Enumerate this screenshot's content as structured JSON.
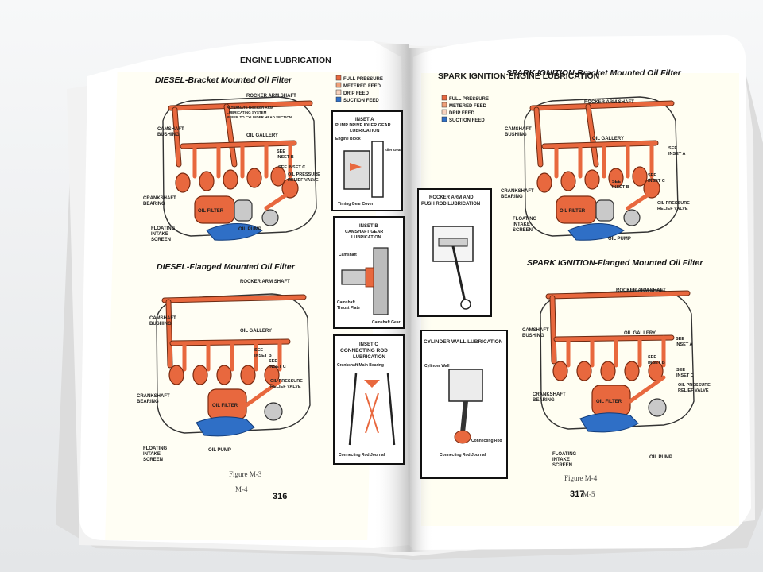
{
  "left_page": {
    "header": "ENGINE LUBRICATION",
    "diagram_top_title": "DIESEL-Bracket Mounted Oil Filter",
    "diagram_bottom_title": "DIESEL-Flanged Mounted Oil Filter",
    "figure_caption": "Figure M-3",
    "page_code": "M-4",
    "page_number": "316",
    "legend": [
      {
        "label": "FULL PRESSURE",
        "color": "#e8683e"
      },
      {
        "label": "METERED FEED",
        "color": "#f0a078"
      },
      {
        "label": "DRIP FEED",
        "color": "#f7d2bd"
      },
      {
        "label": "SUCTION FEED",
        "color": "#2f6fc6"
      }
    ],
    "labels_top": {
      "rocker_arm_shaft": "ROCKER ARM SHAFT",
      "alt_note_1": "ALTERNATE ROCKER ARM",
      "alt_note_2": "LUBRICATING SYSTEM",
      "alt_note_3": "REFER TO CYLINDER HEAD SECTION",
      "camshaft_bushing_1": "CAMSHAFT",
      "camshaft_bushing_2": "BUSHING",
      "oil_gallery": "OIL GALLERY",
      "see_inset_b_1": "SEE",
      "see_inset_b_2": "INSET B",
      "see_inset_c": "SEE INSET C",
      "oil_pressure_1": "OIL PRESSURE",
      "oil_pressure_2": "RELIEF VALVE",
      "crankshaft_bearing_1": "CRANKSHAFT",
      "crankshaft_bearing_2": "BEARING",
      "oil_filter": "OIL FILTER",
      "floating_1": "FLOATING",
      "floating_2": "INTAKE",
      "floating_3": "SCREEN",
      "oil_pump": "OIL PUMP"
    },
    "labels_bottom": {
      "rocker_arm_shaft": "ROCKER ARM SHAFT",
      "camshaft_bushing_1": "CAMSHAFT",
      "camshaft_bushing_2": "BUSHING",
      "oil_gallery": "OIL GALLERY",
      "see_inset_b_1": "SEE",
      "see_inset_b_2": "INSET B",
      "see_inset_c_1": "SEE",
      "see_inset_c_2": "INSET C",
      "oil_pressure_1": "OIL PRESSURE",
      "oil_pressure_2": "RELIEF VALVE",
      "crankshaft_bearing_1": "CRANKSHAFT",
      "crankshaft_bearing_2": "BEARING",
      "oil_filter": "OIL FILTER",
      "floating_1": "FLOATING",
      "floating_2": "INTAKE",
      "floating_3": "SCREEN",
      "oil_pump": "OIL PUMP"
    },
    "inset_a": {
      "title_1": "INSET A",
      "title_2": "PUMP DRIVE IDLER GEAR",
      "title_3": "LUBRICATION",
      "engine_block": "Engine Block",
      "idler_gear": "Idler Gear",
      "timing_gear_cover": "Timing Gear Cover"
    },
    "inset_b": {
      "title_1": "INSET B",
      "title_2": "CAMSHAFT GEAR",
      "title_3": "LUBRICATION",
      "camshaft": "Camshaft",
      "thrust_1": "Camshaft",
      "thrust_2": "Thrust Plate",
      "cam_gear": "Camshaft Gear"
    },
    "inset_c": {
      "title_1": "INSET C",
      "title_2": "CONNECTING ROD",
      "title_3": "LUBRICATION",
      "main_bearing": "Crankshaft Main Bearing",
      "rod_journal": "Connecting Rod Journal"
    }
  },
  "right_page": {
    "header": "SPARK IGNITION ENGINE LUBRICATION",
    "diagram_top_title": "SPARK IGNITION-Bracket Mounted Oil Filter",
    "diagram_bottom_title": "SPARK IGNITION-Flanged Mounted Oil Filter",
    "figure_caption": "Figure M-4",
    "page_code": "M-5",
    "page_number": "317",
    "legend": [
      {
        "label": "FULL PRESSURE",
        "color": "#e8683e"
      },
      {
        "label": "METERED FEED",
        "color": "#f0a078"
      },
      {
        "label": "DRIP FEED",
        "color": "#f7d2bd"
      },
      {
        "label": "SUCTION FEED",
        "color": "#2f6fc6"
      }
    ],
    "rocker_inset": {
      "title_1": "ROCKER ARM AND",
      "title_2": "PUSH ROD LUBRICATION"
    },
    "cylinder_inset": {
      "title": "CYLINDER WALL LUBRICATION",
      "cylinder_wall": "Cylinder Wall",
      "connecting_rod": "Connecting Rod",
      "rod_journal": "Connecting Rod Journal"
    },
    "labels_top": {
      "rocker_arm_shaft": "ROCKER ARM SHAFT",
      "camshaft_bushing_1": "CAMSHAFT",
      "camshaft_bushing_2": "BUSHING",
      "oil_gallery": "OIL GALLERY",
      "see_inset_a_1": "SEE",
      "see_inset_a_2": "INSET A",
      "see_inset_b_1": "SEE",
      "see_inset_b_2": "INSET B",
      "see_inset_c_1": "SEE",
      "see_inset_c_2": "INSET C",
      "oil_pressure_1": "OIL PRESSURE",
      "oil_pressure_2": "RELIEF VALVE",
      "crankshaft_bearing_1": "CRANKSHAFT",
      "crankshaft_bearing_2": "BEARING",
      "oil_filter": "OIL FILTER",
      "floating_1": "FLOATING",
      "floating_2": "INTAKE",
      "floating_3": "SCREEN",
      "oil_pump": "OIL PUMP"
    },
    "labels_bottom": {
      "rocker_arm_shaft": "ROCKER ARM SHAFT",
      "camshaft_bushing_1": "CAMSHAFT",
      "camshaft_bushing_2": "BUSHING",
      "oil_gallery": "OIL GALLERY",
      "see_inset_a_1": "SEE",
      "see_inset_a_2": "INSET A",
      "see_inset_b_1": "SEE",
      "see_inset_b_2": "INSET B",
      "see_inset_c_1": "SEE",
      "see_inset_c_2": "INSET C",
      "oil_pressure_1": "OIL PRESSURE",
      "oil_pressure_2": "RELIEF VALVE",
      "crankshaft_bearing_1": "CRANKSHAFT",
      "crankshaft_bearing_2": "BEARING",
      "oil_filter": "OIL FILTER",
      "floating_1": "FLOATING",
      "floating_2": "INTAKE",
      "floating_3": "SCREEN",
      "oil_pump": "OIL PUMP"
    }
  }
}
